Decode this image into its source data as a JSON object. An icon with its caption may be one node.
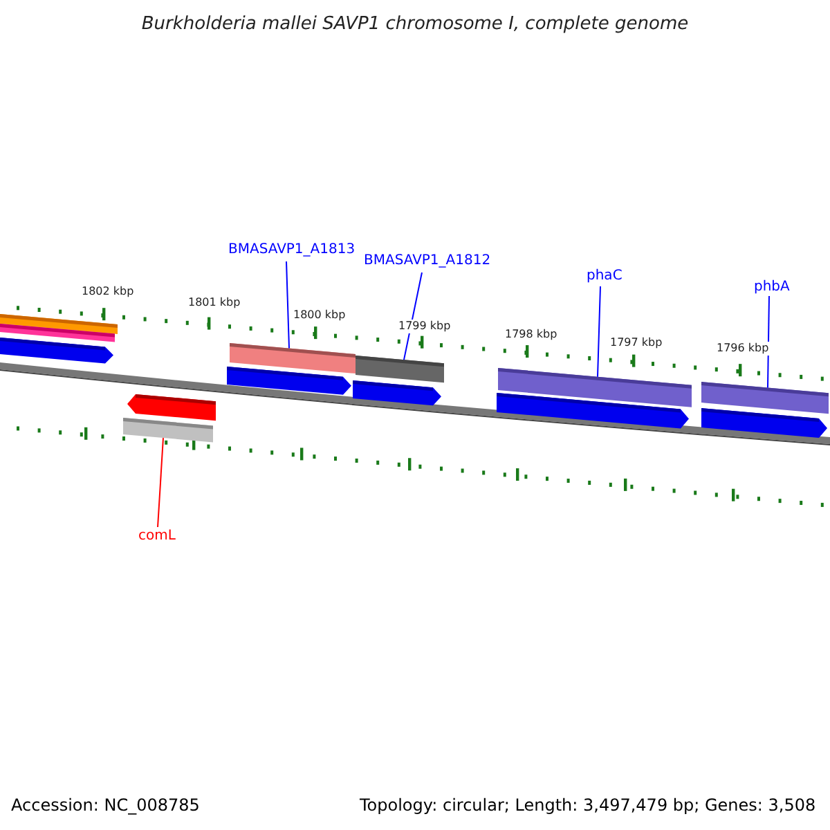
{
  "diagram": {
    "title": "Burkholderia mallei SAVP1 chromosome I, complete genome",
    "nodes": [
      {
        "text": [
          "BMASAVP1_A1813"
        ]
      },
      {
        "text": [
          "BMASAVP1_A1812"
        ]
      },
      {
        "text": [
          "phaC"
        ]
      },
      {
        "text": [
          "phbA"
        ]
      },
      {
        "text": [
          "comL"
        ]
      },
      {
        "text": [],
        "shape": "bar"
      },
      {
        "text": [],
        "shape": "bar"
      },
      {
        "text": [],
        "shape": "bar"
      },
      {
        "text": [],
        "shape": "bar"
      },
      {
        "text": [],
        "shape": "bar"
      }
    ],
    "edges": [
      {
        "from": 0,
        "to": 5,
        "arrow": "none"
      },
      {
        "from": 1,
        "to": 6,
        "arrow": "none"
      },
      {
        "from": 2,
        "to": 7,
        "arrow": "none"
      },
      {
        "from": 3,
        "to": 8,
        "arrow": "none"
      },
      {
        "from": 4,
        "to": 9,
        "arrow": "none",
        "color": "#ff0000"
      }
    ],
    "labels": [
      "1802 kbp",
      "1801 kbp",
      "1800 kbp",
      "1799 kbp",
      "1798 kbp",
      "1797 kbp",
      "1796 kbp",
      "Accession: NC_008785",
      "Topology: circular; Length: 3,497,479 bp; Genes: 3,508"
    ]
  }
}
